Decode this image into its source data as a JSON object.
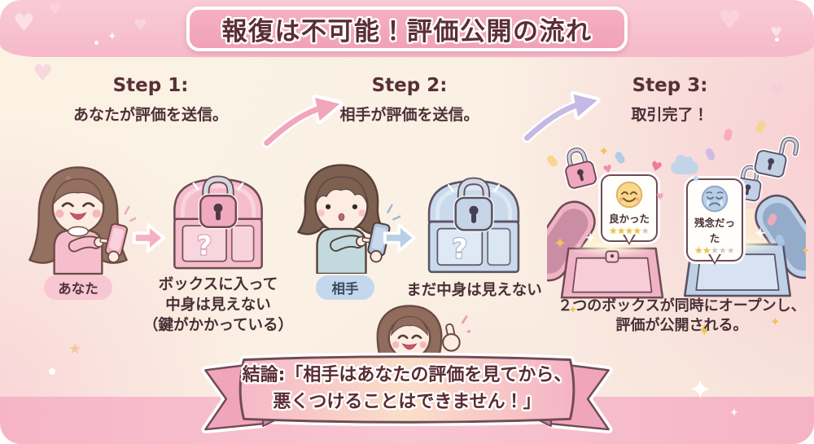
{
  "title": "報復は不可能！評価公開の流れ",
  "steps": [
    {
      "label": "Step 1:",
      "description": "あなたが評価を送信。"
    },
    {
      "label": "Step 2:",
      "description": "相手が評価を送信。"
    },
    {
      "label": "Step 3:",
      "description": "取引完了！"
    }
  ],
  "actors": {
    "you": "あなた",
    "partner": "相手"
  },
  "captions": {
    "your_box": [
      "ボックスに入って",
      "中身は見えない",
      "（鍵がかかっている）"
    ],
    "partner_box": "まだ中身は見えない",
    "result": [
      "２つのボックスが同時にオープンし、",
      "評価が公開される。"
    ]
  },
  "reviews": {
    "good": {
      "label": "良かった",
      "stars_filled": "★★★★",
      "stars_empty": "★"
    },
    "bad": {
      "label": "残念だった",
      "stars_filled": "★★",
      "stars_empty": "★★★"
    }
  },
  "conclusion": [
    "結論:「相手はあなたの評価を見てから、",
    "悪くつけることはできません！」"
  ],
  "question_mark": "?",
  "icons": {
    "sparkle": "✦",
    "heart": "♥",
    "star": "★"
  },
  "colors": {
    "you_accent": "#f2a6bb",
    "partner_accent": "#c4b8e4",
    "star_filled": "#f1c24e",
    "star_empty": "#cbc6bf",
    "title_text": "#5c2e35",
    "banner_pink": "#f6bacb"
  }
}
